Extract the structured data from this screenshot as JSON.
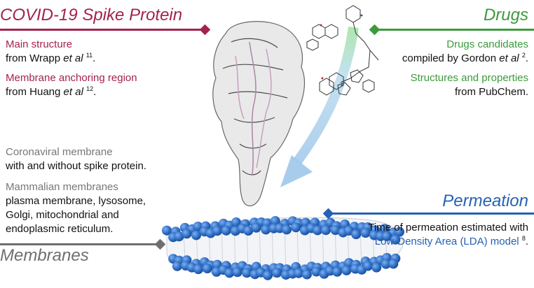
{
  "colors": {
    "spike": "#a3234f",
    "drugs": "#3d9a3d",
    "permeation": "#2561b4",
    "membranes": "#6f6f6f",
    "membrane_text": "#777777",
    "membrane_beads": "#2f6fc6"
  },
  "spike": {
    "title": "COVID-19 Spike Protein",
    "main_heading": "Main structure",
    "main_source": "from Wrapp ",
    "main_etal": "et al",
    "main_ref": "11",
    "anchor_heading": "Membrane anchoring region",
    "anchor_source": "from Huang ",
    "anchor_etal": "et al",
    "anchor_ref": "12"
  },
  "drugs": {
    "title": "Drugs",
    "candidates_heading": "Drugs candidates",
    "candidates_source": "compiled by Gordon ",
    "candidates_etal": "et al",
    "candidates_ref": "2",
    "props_heading": "Structures and properties",
    "props_source": "from PubChem."
  },
  "membranes": {
    "title": "Membranes",
    "coronaviral_heading": "Coronaviral membrane",
    "coronaviral_desc": "with and without spike protein.",
    "mammalian_heading": "Mammalian membranes",
    "mammalian_line1": "plasma membrane, lysosome,",
    "mammalian_line2": "Golgi, mitochondrial and",
    "mammalian_line3": "endoplasmic reticulum."
  },
  "permeation": {
    "title": "Permeation",
    "line1": "Time of permeation estimated with",
    "model": "Low-Density Area (LDA) model",
    "ref": "8"
  }
}
